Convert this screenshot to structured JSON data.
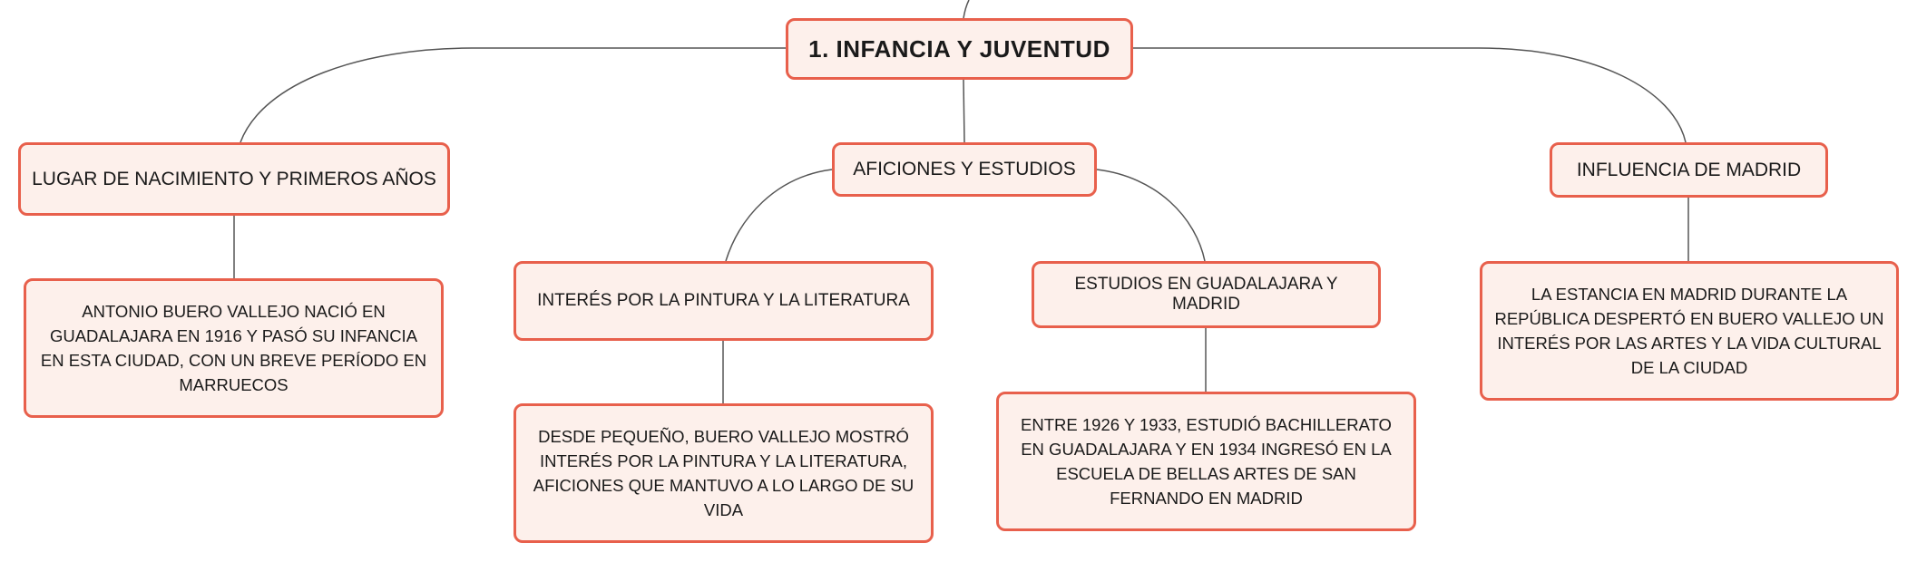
{
  "nodes": {
    "root": "1. INFANCIA Y JUVENTUD",
    "birthplace": "LUGAR DE NACIMIENTO Y PRIMEROS AÑOS",
    "hobbies": "AFICIONES Y ESTUDIOS",
    "madrid": "INFLUENCIA DE MADRID",
    "birthplace_detail": "ANTONIO BUERO VALLEJO NACIÓ EN GUADALAJARA EN 1916 Y PASÓ SU INFANCIA EN ESTA CIUDAD, CON UN BREVE PERÍODO EN MARRUECOS",
    "painting": "INTERÉS POR LA PINTURA Y LA LITERATURA",
    "studies": "ESTUDIOS EN GUADALAJARA Y MADRID",
    "madrid_detail": "LA ESTANCIA EN MADRID DURANTE LA REPÚBLICA DESPERTÓ EN BUERO VALLEJO UN INTERÉS POR LAS ARTES Y LA VIDA CULTURAL DE LA CIUDAD",
    "painting_detail": "DESDE PEQUEÑO, BUERO VALLEJO MOSTRÓ INTERÉS POR LA PINTURA Y LA LITERATURA, AFICIONES QUE MANTUVO A LO LARGO DE SU VIDA",
    "studies_detail": "ENTRE 1926 Y 1933, ESTUDIÓ BACHILLERATO EN GUADALAJARA Y EN 1934 INGRESÓ EN LA ESCUELA DE BELLAS ARTES DE SAN FERNANDO EN MADRID"
  },
  "colors": {
    "node_border": "#e8604c",
    "node_fill": "#fdf0eb",
    "edge": "#555555"
  }
}
